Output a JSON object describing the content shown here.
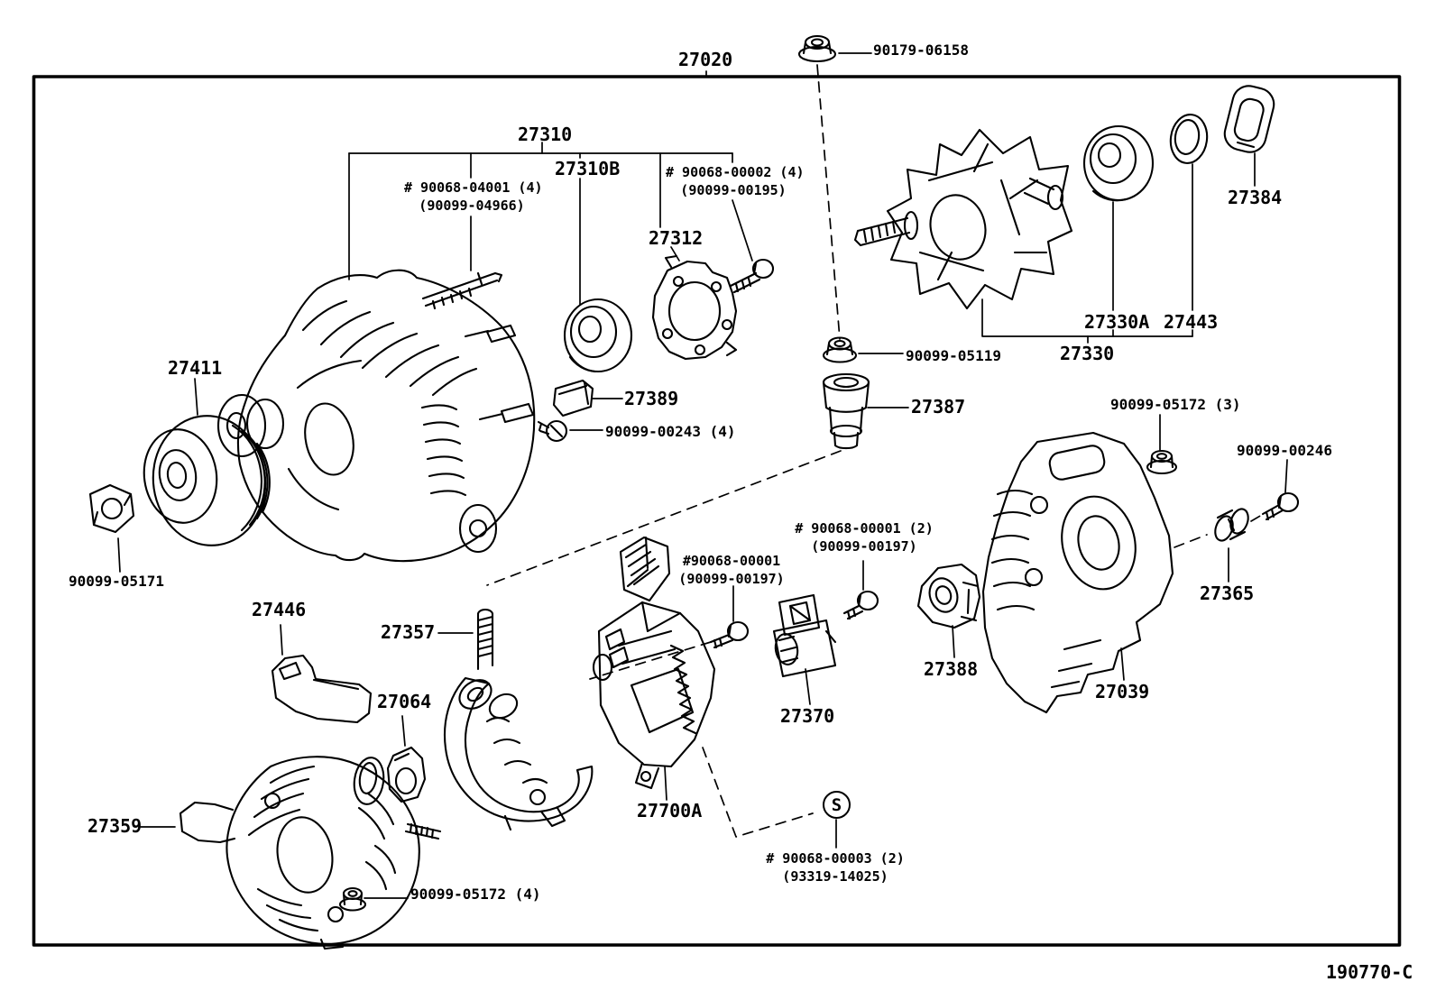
{
  "colors": {
    "ink": "#000000",
    "paper": "#ffffff"
  },
  "figure_code": {
    "text": "190770-C"
  },
  "labels": {
    "l27020": {
      "text": "27020"
    },
    "l90179_06158": {
      "text": "90179-06158"
    },
    "l27310": {
      "text": "27310"
    },
    "l27310B": {
      "text": "27310B"
    },
    "b90068_00002": {
      "line1": "# 90068-00002 (4)",
      "line2": "(90099-00195)"
    },
    "b90068_04001": {
      "line1": "# 90068-04001 (4)",
      "line2": "(90099-04966)"
    },
    "l27312": {
      "text": "27312"
    },
    "l27389": {
      "text": "27389"
    },
    "l90099_00243": {
      "text": "90099-00243 (4)"
    },
    "l90099_05119": {
      "text": "90099-05119"
    },
    "l27387": {
      "text": "27387"
    },
    "l27411": {
      "text": "27411"
    },
    "l90099_05171": {
      "text": "90099-05171"
    },
    "l27330A": {
      "text": "27330A"
    },
    "l27443": {
      "text": "27443"
    },
    "l27330": {
      "text": "27330"
    },
    "l27384": {
      "text": "27384"
    },
    "l90099_05172_3": {
      "text": "90099-05172 (3)"
    },
    "l90099_00246": {
      "text": "90099-00246"
    },
    "l27365": {
      "text": "27365"
    },
    "l27039": {
      "text": "27039"
    },
    "l27388": {
      "text": "27388"
    },
    "l27370": {
      "text": "27370"
    },
    "b90068_00001_2": {
      "line1": "# 90068-00001 (2)",
      "line2": "(90099-00197)"
    },
    "b90068_00001": {
      "line1": "#90068-00001",
      "line2": "(90099-00197)"
    },
    "l27446": {
      "text": "27446"
    },
    "l27357": {
      "text": "27357"
    },
    "l27064": {
      "text": "27064"
    },
    "l27359": {
      "text": "27359"
    },
    "l27700A": {
      "text": "27700A"
    },
    "b90068_00003": {
      "line1": "# 90068-00003 (2)",
      "line2": "(93319-14025)"
    },
    "l90099_05172_4": {
      "text": "90099-05172 (4)"
    },
    "s_symbol": {
      "text": "S"
    }
  }
}
